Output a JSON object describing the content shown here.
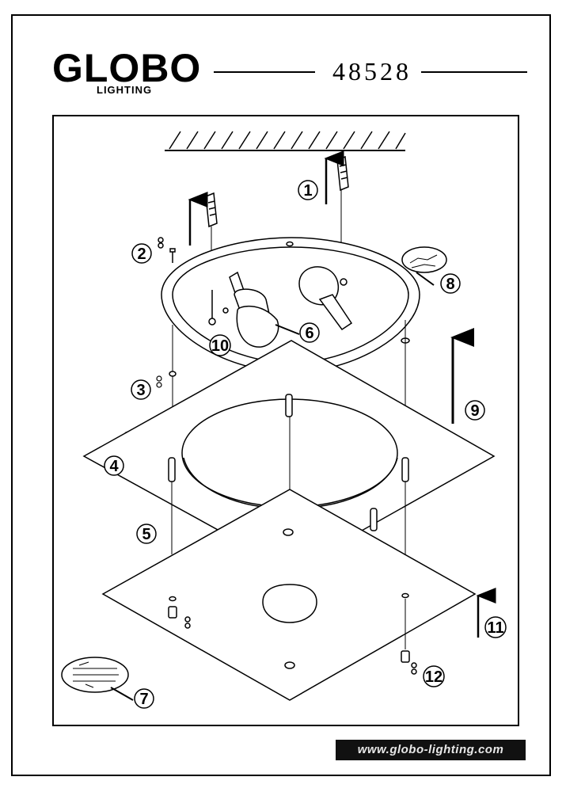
{
  "header": {
    "brand": "GLOBO",
    "brand_sub": "LIGHTING",
    "model_number": "48528"
  },
  "callouts": [
    "1",
    "2",
    "3",
    "4",
    "5",
    "6",
    "7",
    "8",
    "9",
    "10",
    "11",
    "12"
  ],
  "footer": {
    "url": "www.globo-lighting.com"
  }
}
